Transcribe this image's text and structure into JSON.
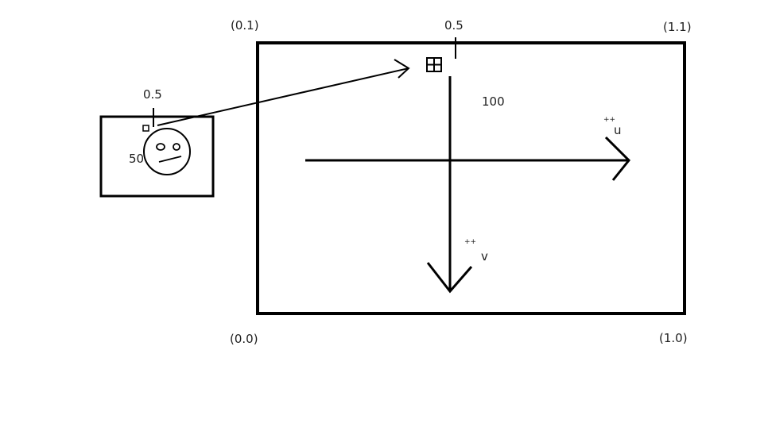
{
  "labels": {
    "top_left_corner": "(0.1)",
    "top_right_corner": "(1.1)",
    "bottom_left_corner": "(0.0)",
    "bottom_right_corner": "(1.0)",
    "big_half_mark": "0.5",
    "small_half_mark": "0.5",
    "small_side_value": "50",
    "big_v_value": "100",
    "u_superscript": "++",
    "u_axis": "u",
    "v_superscript": "++",
    "v_axis": "v"
  },
  "colors": {
    "stroke": "#000000",
    "text": "#1e1e1e",
    "background": "#ffffff"
  }
}
